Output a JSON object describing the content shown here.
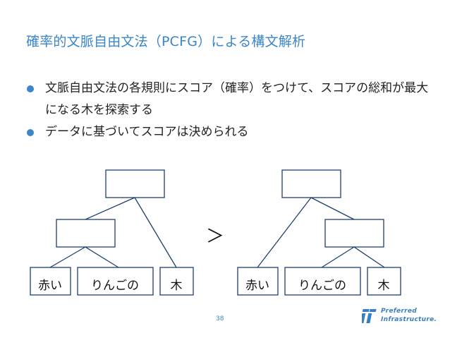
{
  "slide": {
    "title": "確率的文脈自由文法（PCFG）による構文解析",
    "bullets": [
      "文脈自由文法の各規則にスコア（確率）をつけて、スコアの総和が最大になる木を探索する",
      "データに基づいてスコアは決められる"
    ],
    "page_number": "38"
  },
  "diagram": {
    "comparison_symbol": "＞",
    "left_tree": {
      "leaves": [
        "赤い",
        "りんごの",
        "木"
      ]
    },
    "right_tree": {
      "leaves": [
        "赤い",
        "りんごの",
        "木"
      ]
    }
  },
  "logo": {
    "line1": "Preferred",
    "line2": "Infrastructure."
  },
  "colors": {
    "title": "#3a86c8",
    "bullet": "#3a86c8",
    "text": "#222222",
    "box_border": "#1f3f6f",
    "logo": "#3a7fc4"
  }
}
